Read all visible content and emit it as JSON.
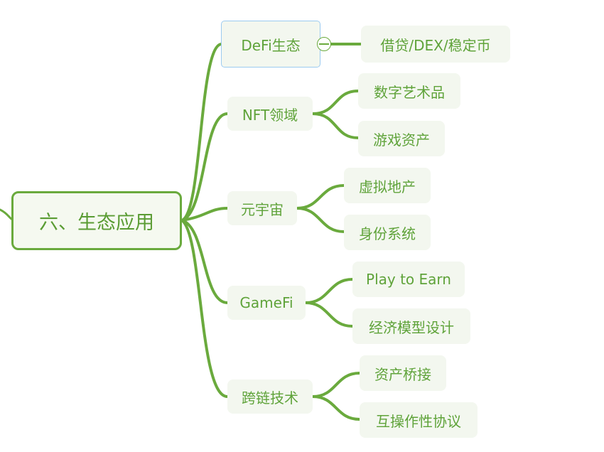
{
  "mindmap": {
    "root": "六、生态应用",
    "branches": [
      {
        "label": "DeFi生态",
        "children": [
          "借贷/DEX/稳定币"
        ]
      },
      {
        "label": "NFT领域",
        "children": [
          "数字艺术品",
          "游戏资产"
        ]
      },
      {
        "label": "元宇宙",
        "children": [
          "虚拟地产",
          "身份系统"
        ]
      },
      {
        "label": "GameFi",
        "children": [
          "Play to Earn",
          "经济模型设计"
        ]
      },
      {
        "label": "跨链技术",
        "children": [
          "资产桥接",
          "互操作性协议"
        ]
      }
    ]
  },
  "colors": {
    "branch_line": "#6aaa3d",
    "node_text": "#5fa33a",
    "node_bg": "#f3f7ef",
    "selection_outline": "#9ccbf0"
  }
}
